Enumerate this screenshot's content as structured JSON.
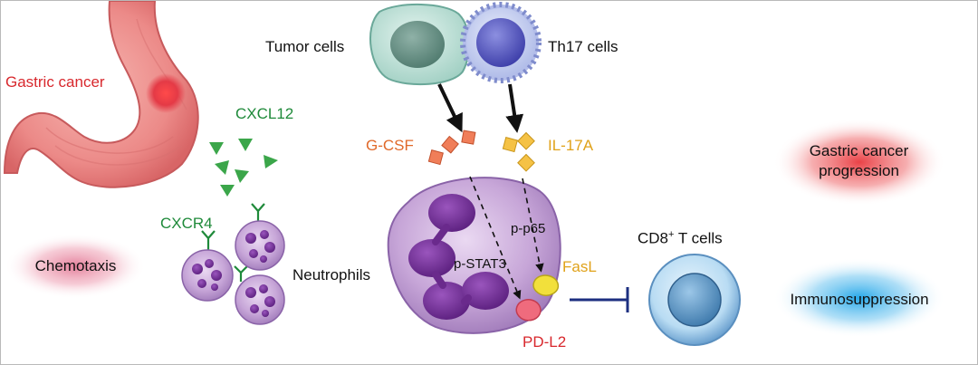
{
  "labels": {
    "tumor_cells": "Tumor  cells",
    "th17_cells": "Th17  cells",
    "gastric_cancer": "Gastric cancer",
    "cxcl12": "CXCL12",
    "g_csf": "G-CSF",
    "il_17a": "IL-17A",
    "cxcr4": "CXCR4",
    "neutrophils": "Neutrophils",
    "chemotaxis": "Chemotaxis",
    "p_p65": "p-p65",
    "p_stat3": "p-STAT3",
    "fasl": "FasL",
    "pd_l2": "PD-L2",
    "cd8_t_cells_prefix": "CD8",
    "cd8_t_cells_sup": "+",
    "cd8_t_cells_suffix": " T  cells",
    "gastric_cancer_progression_line1": "Gastric cancer",
    "gastric_cancer_progression_line2": "progression",
    "immunosuppression": "Immunosuppression"
  },
  "colors": {
    "red_text": "#d8282d",
    "green_text": "#1f8a3a",
    "orange_text": "#e0692a",
    "amber_text": "#e0a21a",
    "stomach": "#ec8a88",
    "neutrophil_body": "#c7a6d8",
    "neutrophil_nucleus": "#6a2a8c",
    "t_cell": "#6aa0cf",
    "tumor_cell": "#b9ddd3",
    "th17_cell": "#9aa8e0",
    "inhibition_line": "#1c2f80",
    "glow_red": "#e8383d",
    "glow_pink": "#e37996",
    "glow_blue": "#1aa3e8"
  },
  "icons": [
    "stomach-illustration",
    "tumor-cell-icon",
    "th17-cell-icon",
    "neutrophil-cell-icon",
    "cd8-t-cell-icon",
    "cxcl12-triangle-icon",
    "g-csf-square-icon",
    "il-17a-square-icon",
    "fasl-ligand-icon",
    "pd-l2-ligand-icon",
    "cxcr4-receptor-icon"
  ]
}
